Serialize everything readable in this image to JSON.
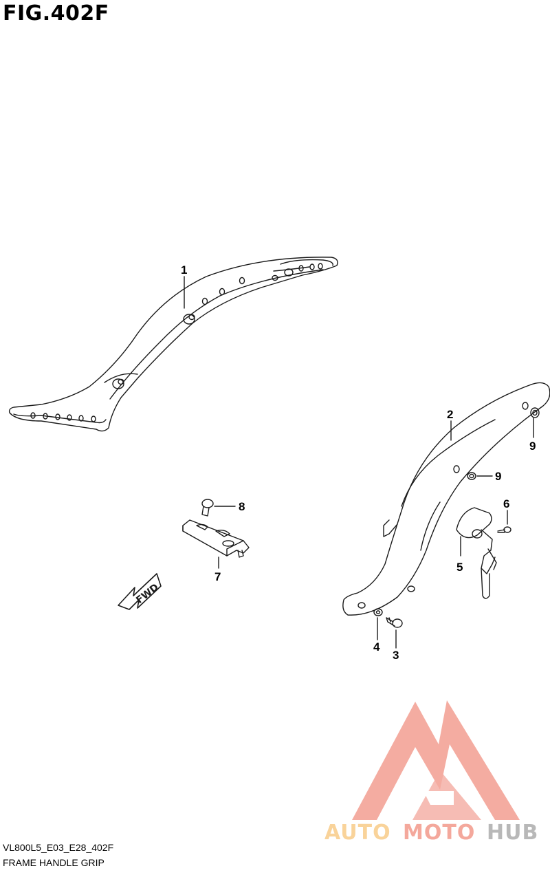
{
  "figure": {
    "title": "FIG.402F",
    "code": "VL800L5_E03_E28_402F",
    "name": "FRAME HANDLE GRIP"
  },
  "callouts": [
    "1",
    "2",
    "3",
    "4",
    "5",
    "6",
    "7",
    "8",
    "9",
    "9"
  ],
  "fwd_label": "FWD",
  "watermark": {
    "part1": "AUTO",
    "part2": "MOTO",
    "part3": "HUB",
    "colors": {
      "logo": "#f4a89c",
      "auto": "#f9d39a",
      "moto": "#f4a89c",
      "hub": "#b8b8b8"
    }
  },
  "colors": {
    "line": "#1a1a1a",
    "background": "#ffffff"
  }
}
